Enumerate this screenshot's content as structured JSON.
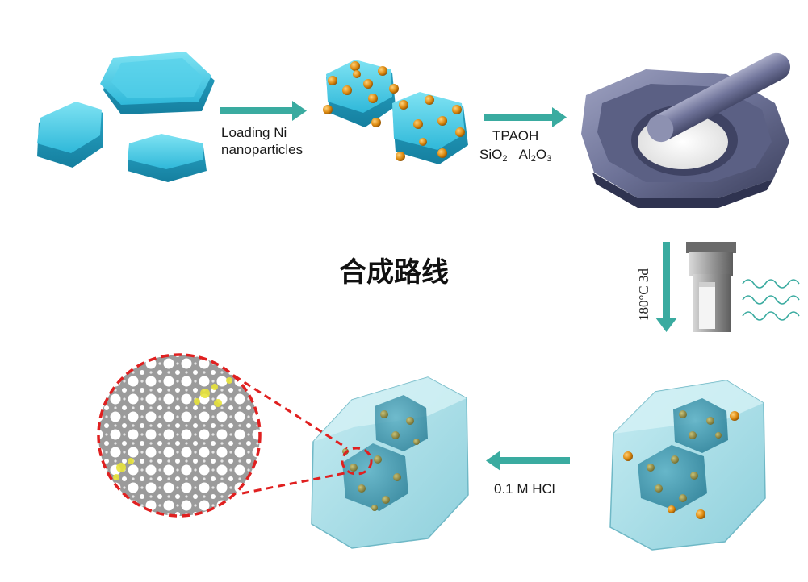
{
  "title": "合成路线",
  "steps": {
    "loading_line1": "Loading Ni",
    "loading_line2": "nanoparticles",
    "reagent1": "TPAOH",
    "reagent2_si": "SiO",
    "reagent2_si_sub": "2",
    "reagent2_al": "Al",
    "reagent2_al_sub1": "2",
    "reagent2_al_o": "O",
    "reagent2_al_sub2": "3",
    "hydrothermal": "180°C  3d",
    "acid": "0.1 M HCl"
  },
  "colors": {
    "arrow": "#3aaba0",
    "crystal": "#3dbbd6",
    "nanoparticle": "#d9860f",
    "zeolite_shell": "#a9dde6",
    "zoom_outline": "#e02020",
    "mortar": "#6f7499"
  },
  "icons": [
    "hexagonal-crystal-icon",
    "mortar-pestle-icon",
    "autoclave-icon",
    "heat-wave-icon",
    "zeolite-pore-zoom-icon"
  ]
}
